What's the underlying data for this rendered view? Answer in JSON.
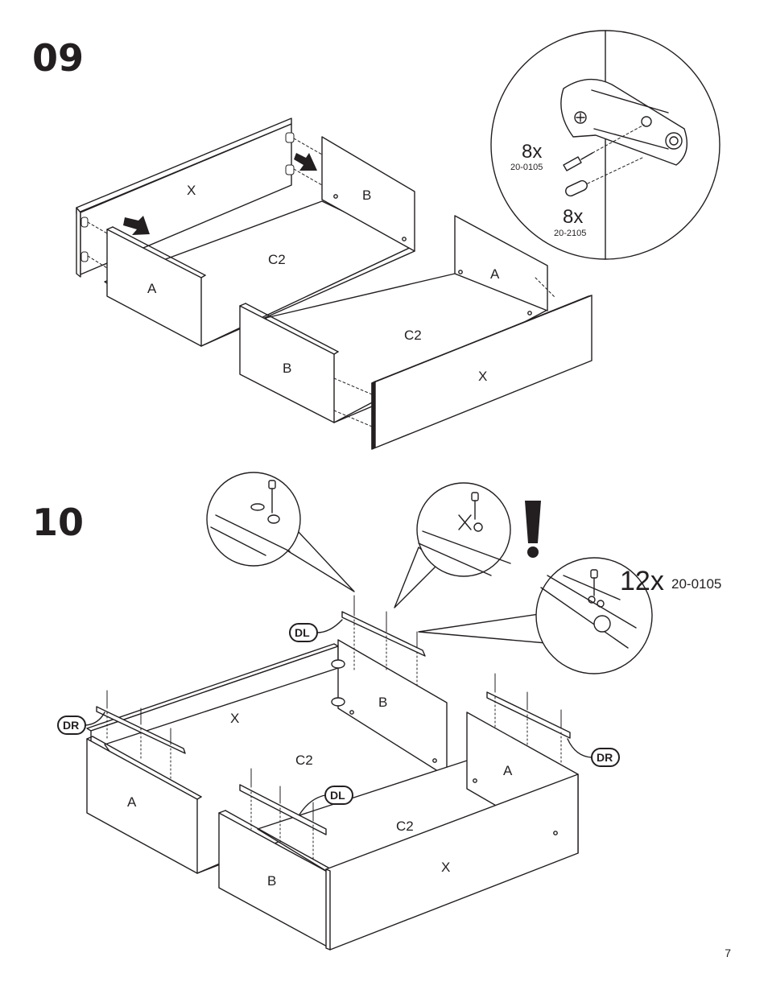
{
  "page_number": "7",
  "steps": [
    {
      "number": "09",
      "panels": {
        "x": "X",
        "a": "A",
        "b": "B",
        "c2": "C2"
      },
      "hardware": [
        {
          "quantity": "8x",
          "code": "20-0105",
          "icon": "wood-screw-icon"
        },
        {
          "quantity": "8x",
          "code": "20-2105",
          "icon": "cam-dowel-icon"
        }
      ]
    },
    {
      "number": "10",
      "panels": {
        "x": "X",
        "a": "A",
        "b": "B",
        "c2": "C2"
      },
      "hardware": {
        "quantity": "12x",
        "code": "20-0105",
        "icon": "wood-screw-icon"
      },
      "rails": {
        "left": "DL",
        "right": "DR"
      },
      "warning_icon": "exclamation-icon"
    }
  ]
}
